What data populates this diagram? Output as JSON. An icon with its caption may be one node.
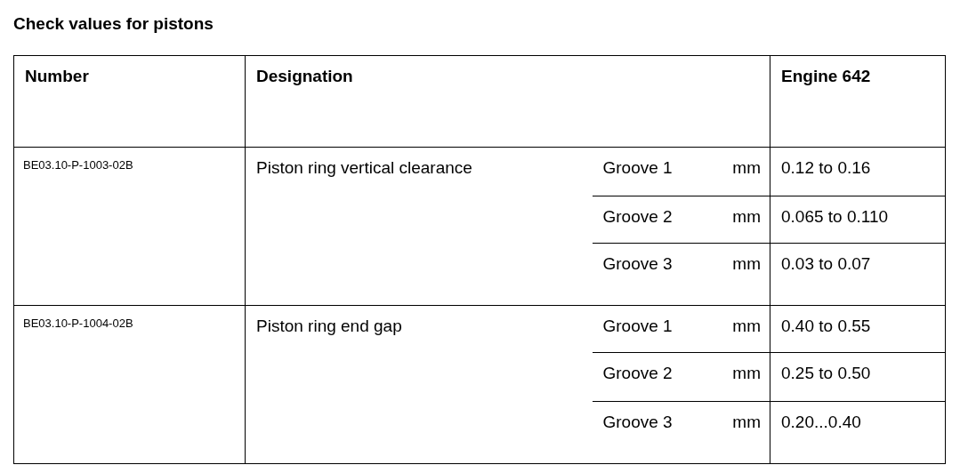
{
  "diagram": {
    "title": "Check values for pistons",
    "labels": [
      "Number",
      "Designation",
      "Engine 642",
      "BE03.10-P-1003-02B",
      "Piston ring vertical clearance",
      "Groove 1",
      "mm",
      "0.12 to 0.16",
      "Groove 2",
      "mm",
      "0.065 to 0.110",
      "Groove 3",
      "mm",
      "0.03 to 0.07",
      "BE03.10-P-1004-02B",
      "Piston ring end gap",
      "Groove 1",
      "mm",
      "0.40 to 0.55",
      "Groove 2",
      "mm",
      "0.25 to 0.50",
      "Groove 3",
      "mm",
      "0.20...0.40"
    ]
  }
}
